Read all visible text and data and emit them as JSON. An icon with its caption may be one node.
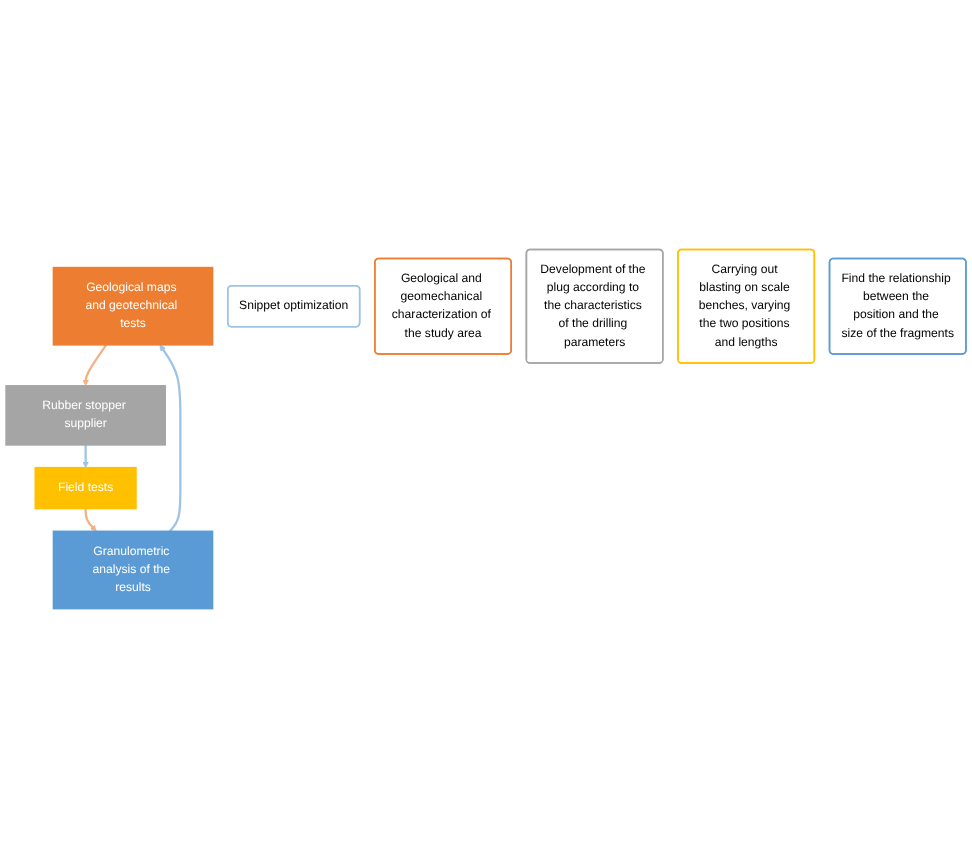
{
  "diagram": {
    "nodes": [
      {
        "text": [
          "Geological maps and geotechnical tests"
        ]
      },
      {
        "text": [
          "Rubber stopper supplier"
        ]
      },
      {
        "text": [
          "Field tests"
        ]
      },
      {
        "text": [
          "Granulometric analysis of the results"
        ]
      },
      {
        "text": [
          "Snippet optimization"
        ]
      },
      {
        "text": [
          "Geological and geomechanical characterization of the study area"
        ]
      },
      {
        "text": [
          "Development of the plug according to the characteristics of the drilling parameters"
        ]
      },
      {
        "text": [
          "Carrying out blasting on scale benches, varying the two positions and lengths"
        ]
      },
      {
        "text": [
          "Find the relationship between the position and the size of the fragments"
        ]
      }
    ],
    "edges": [
      {
        "from": 0,
        "to": 1,
        "arrow": "to",
        "color": "#f4b183"
      },
      {
        "from": 1,
        "to": 2,
        "arrow": "to",
        "color": "#9dc3e6"
      },
      {
        "from": 2,
        "to": 3,
        "arrow": "to",
        "color": "#f4b183"
      },
      {
        "from": 3,
        "to": 0,
        "arrow": "to",
        "color": "#9dc3e6"
      }
    ]
  }
}
